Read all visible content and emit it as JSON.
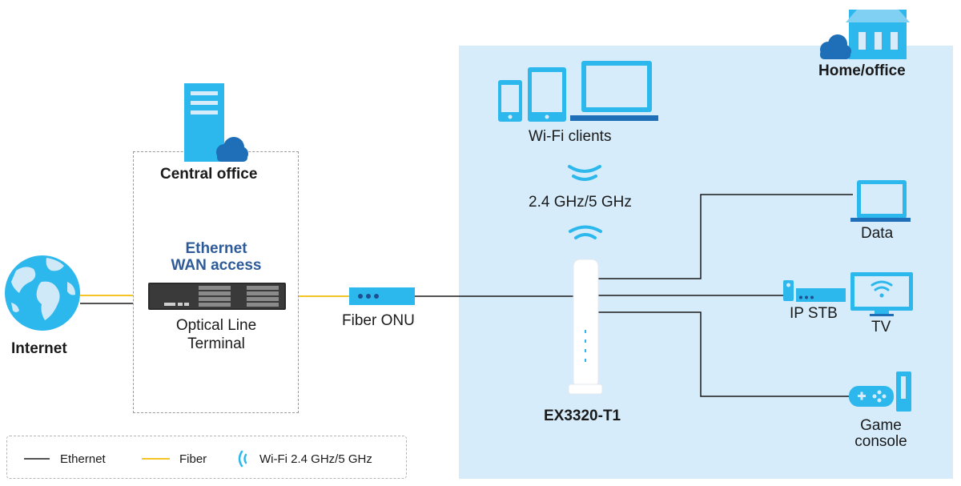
{
  "zones": {
    "home_office": "Home/office",
    "central_office": "Central office"
  },
  "nodes": {
    "internet": "Internet",
    "wan_line1": "Ethernet",
    "wan_line2": "WAN access",
    "olt_line1": "Optical Line",
    "olt_line2": "Terminal",
    "onu": "Fiber ONU",
    "wifi_clients": "Wi-Fi clients",
    "wifi_band": "2.4 GHz/5 GHz",
    "router": "EX3320-T1",
    "data": "Data",
    "ip_stb": "IP STB",
    "tv": "TV",
    "game_line1": "Game",
    "game_line2": "console"
  },
  "legend": {
    "ethernet": "Ethernet",
    "fiber": "Fiber",
    "wifi": "Wi-Fi 2.4 GHz/5 GHz"
  },
  "colors": {
    "ethernet": "#1a1a1a",
    "fiber": "#f5c526",
    "device_blue": "#2cb8ec",
    "dark_blue": "#1e6fb8",
    "home_zone": "#d6ecfb"
  }
}
